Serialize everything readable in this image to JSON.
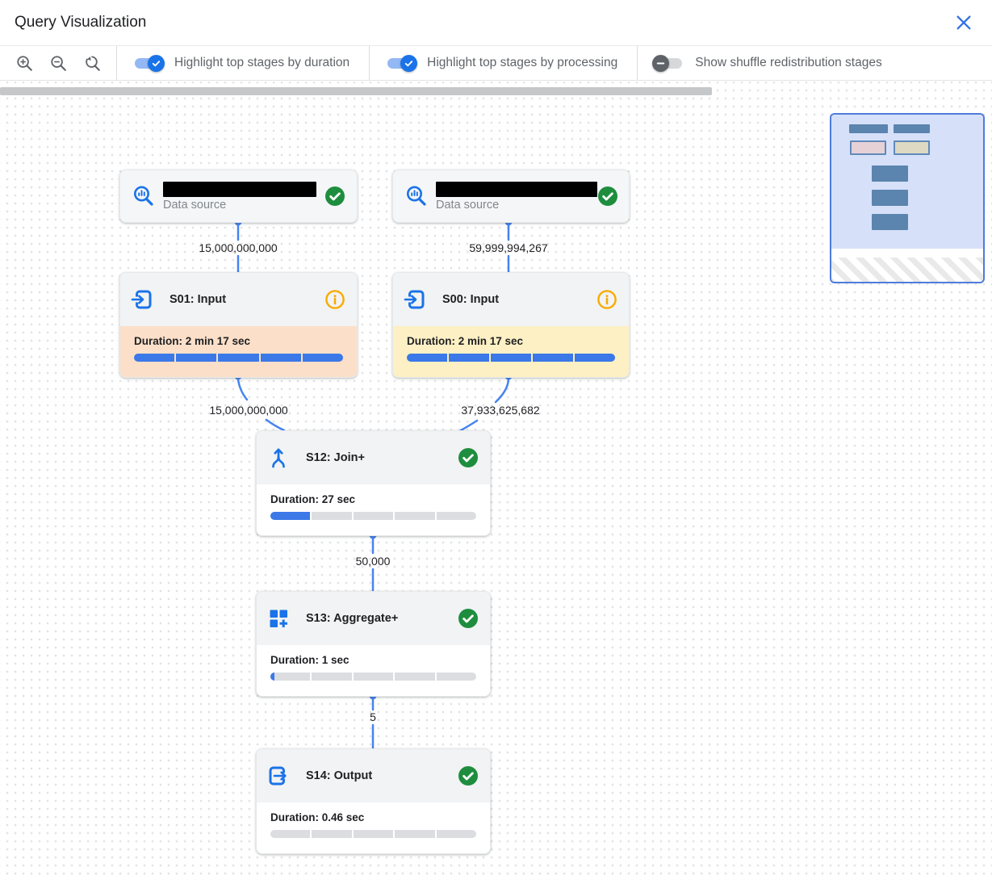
{
  "header": {
    "title": "Query Visualization"
  },
  "toolbar": {
    "toggles": [
      {
        "label": "Highlight top stages by duration",
        "on": true
      },
      {
        "label": "Highlight top stages by processing",
        "on": true
      },
      {
        "label": "Show shuffle redistribution stages",
        "on": false
      }
    ]
  },
  "canvas": {
    "data_sources": [
      {
        "type_label": "Data source",
        "name_redacted": true,
        "status_icon": "check"
      },
      {
        "type_label": "Data source",
        "name_redacted": true,
        "status_icon": "check"
      }
    ],
    "stages": [
      {
        "title": "S01: Input",
        "duration_label": "Duration: 2 min 17 sec",
        "progress_percent": 100,
        "highlight": "top-duration",
        "status_icon": "info"
      },
      {
        "title": "S00: Input",
        "duration_label": "Duration: 2 min 17 sec",
        "progress_percent": 100,
        "highlight": "top-processing",
        "status_icon": "info"
      },
      {
        "title": "S12: Join+",
        "duration_label": "Duration: 27 sec",
        "progress_percent": 20,
        "highlight": "none",
        "status_icon": "check"
      },
      {
        "title": "S13: Aggregate+",
        "duration_label": "Duration: 1 sec",
        "progress_percent": 2,
        "highlight": "none",
        "status_icon": "check"
      },
      {
        "title": "S14: Output",
        "duration_label": "Duration: 0.46 sec",
        "progress_percent": 0,
        "highlight": "none",
        "status_icon": "check"
      }
    ],
    "edge_labels": {
      "ds1_to_s01": "15,000,000,000",
      "ds2_to_s00": "59,999,994,267",
      "s01_to_s12": "15,000,000,000",
      "s00_to_s12": "37,933,625,682",
      "s12_to_s13": "50,000",
      "s13_to_s14": "5"
    }
  },
  "icons": {
    "zoom_in": "magnifier-plus",
    "zoom_out": "magnifier-minus",
    "zoom_reset": "magnifier-reset",
    "close": "x",
    "data_source": "magnifier-chart",
    "input": "arrow-into-box",
    "join": "merge-arrow",
    "aggregate": "squares-plus",
    "output": "arrow-out-of-box",
    "complete": "green-check-circle",
    "info": "orange-info-circle"
  },
  "colors": {
    "accent_blue": "#1a73e8",
    "edge_blue": "#4583f1",
    "progress_fill": "#3b78e8",
    "success_green": "#1e8e3e",
    "info_orange": "#f9ab00",
    "highlight_duration_bg": "#fbdfc8",
    "highlight_processing_bg": "#fcf0c4",
    "minimap_viewport_bg": "#d6e1f9",
    "minimap_node": "#5b84ae"
  }
}
